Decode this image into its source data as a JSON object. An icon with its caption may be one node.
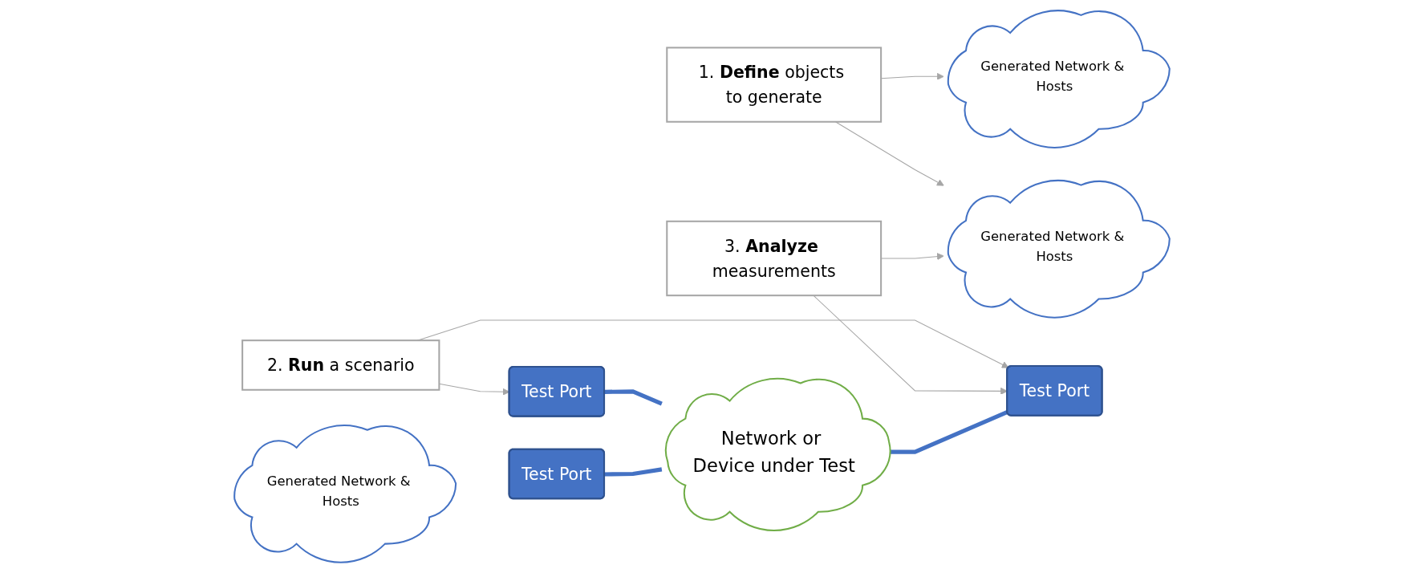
{
  "diagram": {
    "nodes": [
      {
        "text": [
          "Generated Network & Hosts"
        ]
      },
      {
        "text": [
          "Test Port"
        ]
      },
      {
        "text": [
          "2. **Run** a scenario"
        ]
      },
      {
        "text": [
          "1. **Define** objects to generate"
        ]
      },
      {
        "text": [
          "Network or Device under Test"
        ]
      },
      {
        "text": [
          "Test Port"
        ]
      },
      {
        "text": [
          "Generated Network & Hosts"
        ]
      },
      {
        "text": [
          "Test Port"
        ]
      },
      {
        "text": [
          "Generated Network & Hosts"
        ]
      },
      {
        "text": [
          "3. **Analyze** measurements"
        ]
      }
    ],
    "edges": [
      {
        "from": 3,
        "to": 0,
        "arrow": "to"
      },
      {
        "from": 3,
        "to": 8,
        "arrow": "to"
      },
      {
        "from": 2,
        "to": 1,
        "arrow": "to"
      },
      {
        "from": 2,
        "to": 5,
        "arrow": "to"
      },
      {
        "from": 9,
        "to": 5,
        "arrow": "to"
      },
      {
        "from": 9,
        "to": 8,
        "arrow": "to"
      },
      {
        "from": 1,
        "to": 4,
        "arrow": "none",
        "style": "thick",
        "color": "#4472c4"
      },
      {
        "from": 7,
        "to": 4,
        "arrow": "none",
        "style": "thick",
        "color": "#4472c4"
      },
      {
        "from": 4,
        "to": 5,
        "arrow": "none",
        "style": "thick",
        "color": "#4472c4"
      }
    ]
  }
}
